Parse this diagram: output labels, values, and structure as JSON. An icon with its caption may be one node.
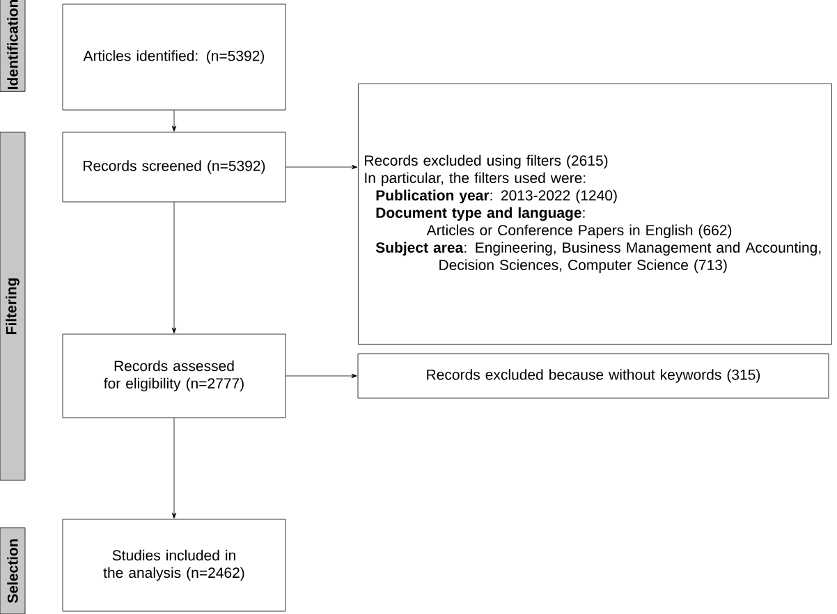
{
  "diagram": {
    "nodes": [
      {
        "text": [
          "Identification"
        ]
      },
      {
        "text": [
          "Filtering"
        ]
      },
      {
        "text": [
          "Selection"
        ]
      },
      {
        "text": [
          "Articles identified: (n=5392)"
        ]
      },
      {
        "text": [
          "Records screened (n=5392)"
        ]
      },
      {
        "text": [
          "Records excluded using filters (2615)",
          "In particular, the filters used were:",
          "**Publication year**: 2013-2022 (1240)",
          "**Document type and language**:",
          "Articles or Conference Papers in English (662)",
          "**Subject area**: Engineering, Business Management and Accounting, Decision  Sciences, Computer Science (713)"
        ]
      },
      {
        "text": [
          "Records assessed for eligibility (n=2777)"
        ]
      },
      {
        "text": [
          "Records excluded because without keywords (315)"
        ]
      },
      {
        "text": [
          "Studies included in the analysis (n=2462)"
        ]
      }
    ],
    "edges": [
      {
        "from": 3,
        "to": 4,
        "arrow": "to"
      },
      {
        "from": 4,
        "to": 5,
        "arrow": "to"
      },
      {
        "from": 4,
        "to": 6,
        "arrow": "to"
      },
      {
        "from": 6,
        "to": 7,
        "arrow": "to"
      },
      {
        "from": 6,
        "to": 8,
        "arrow": "to"
      }
    ]
  }
}
